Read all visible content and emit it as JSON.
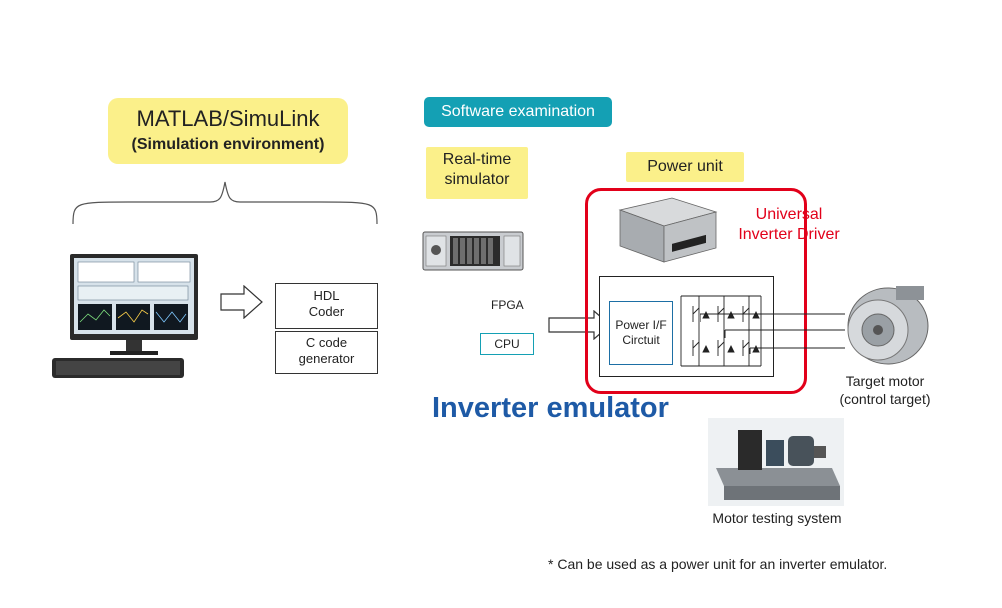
{
  "matlab": {
    "title": "MATLAB/SimuLink",
    "subtitle": "(Simulation environment)"
  },
  "coder_boxes": {
    "hdl": [
      "HDL",
      "Coder"
    ],
    "c_code": [
      "C code",
      "generator"
    ]
  },
  "software_exam_label": "Software examination",
  "realtime_sim_label": [
    "Real-time",
    "simulator"
  ],
  "power_unit_label": "Power unit",
  "universal_driver_label": [
    "Universal",
    "Inverter Driver"
  ],
  "fpga_label": "FPGA",
  "cpu_label": "CPU",
  "power_if_label": [
    "Power I/F",
    "Circtuit"
  ],
  "inverter_emulator_label": "Inverter emulator",
  "target_motor_label": [
    "Target motor",
    "(control target)"
  ],
  "motor_testing_label": "Motor testing system",
  "footnote": "* Can be used as a power unit for an inverter emulator.",
  "colors": {
    "yellow_label": "#fbf08a",
    "teal_badge": "#14a0b4",
    "red_frame": "#e2001a",
    "blue_title": "#1e5aa6"
  }
}
